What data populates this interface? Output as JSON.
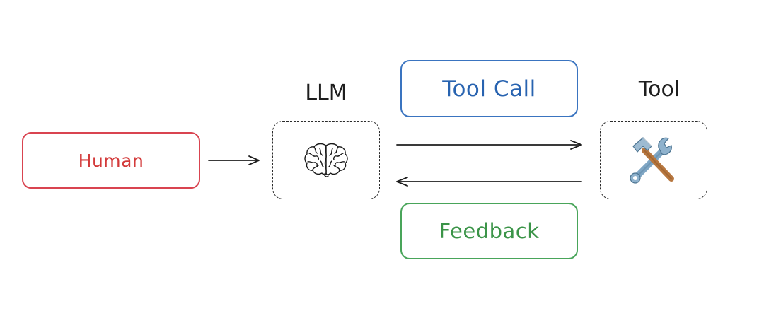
{
  "diagram": {
    "human": {
      "label": "Human",
      "color": "#d33a3a"
    },
    "llm": {
      "title": "LLM",
      "icon": "brain-icon"
    },
    "tool": {
      "title": "Tool",
      "icon": "hammer-and-wrench-icon"
    },
    "tool_call": {
      "label": "Tool Call",
      "color": "#2863b0"
    },
    "feedback": {
      "label": "Feedback",
      "color": "#3b9448"
    }
  }
}
